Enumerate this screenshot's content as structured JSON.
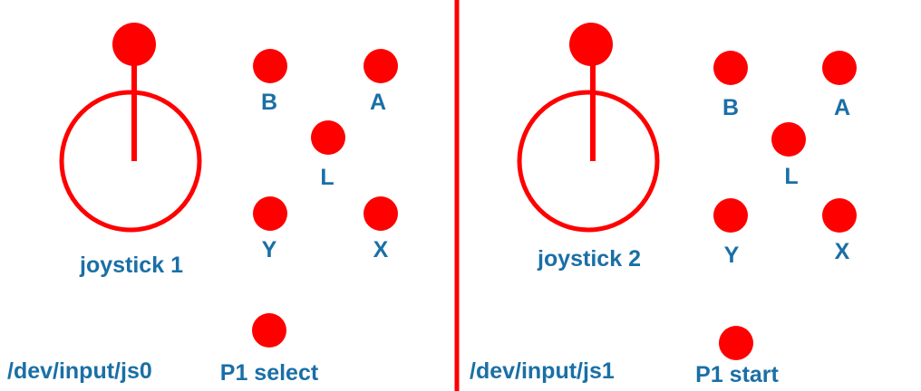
{
  "colors": {
    "accent": "#ff0000",
    "label": "#1a6fa6",
    "background": "#ffffff"
  },
  "panels": [
    {
      "joystick_label": "joystick 1",
      "device_path": "/dev/input/js0",
      "buttons": {
        "B": "B",
        "A": "A",
        "L": "L",
        "Y": "Y",
        "X": "X"
      },
      "system_button": "P1 select"
    },
    {
      "joystick_label": "joystick 2",
      "device_path": "/dev/input/js1",
      "buttons": {
        "B": "B",
        "A": "A",
        "L": "L",
        "Y": "Y",
        "X": "X"
      },
      "system_button": "P1 start"
    }
  ]
}
